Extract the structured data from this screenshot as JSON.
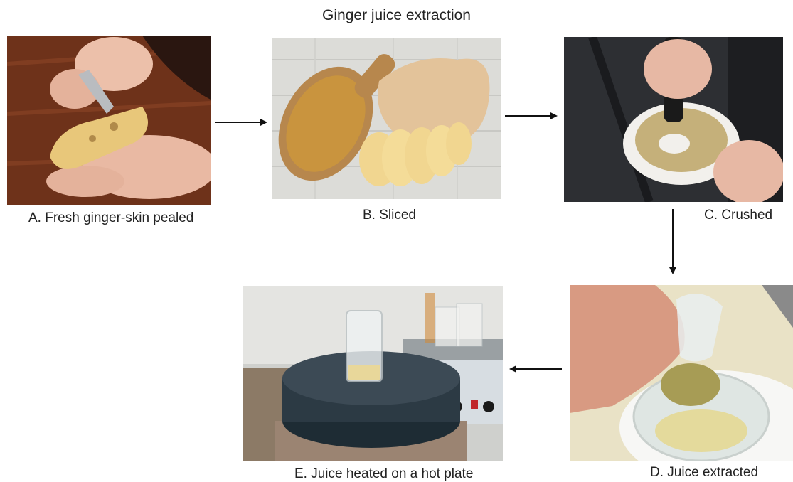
{
  "title": "Ginger juice extraction",
  "steps": [
    {
      "caption": "A. Fresh ginger-skin pealed"
    },
    {
      "caption": "B. Sliced"
    },
    {
      "caption": "C. Crushed"
    },
    {
      "caption": "D. Juice extracted"
    },
    {
      "caption": "E. Juice heated on a hot plate"
    }
  ],
  "colors": {
    "wood": "#7a3a1e",
    "ginger": "#e8c77a",
    "powder": "#c9943e",
    "mortar": "#f2f0ec",
    "hotplate": "#2c3a44",
    "arrow": "#111111"
  }
}
